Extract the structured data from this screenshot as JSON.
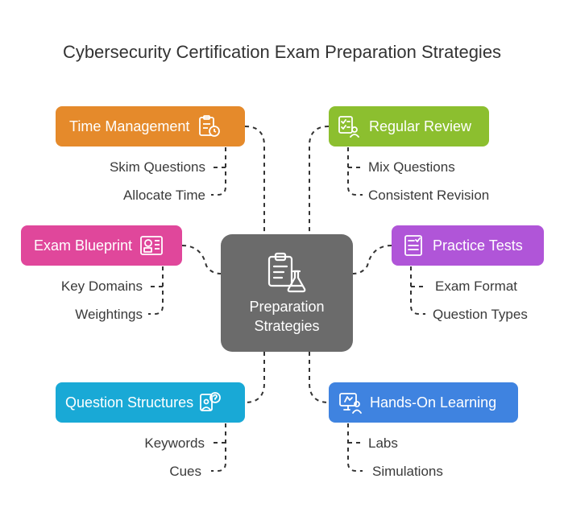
{
  "title": "Cybersecurity Certification Exam Preparation Strategies",
  "center": {
    "line1": "Preparation",
    "line2": "Strategies",
    "icon": "clipboard-flask-icon"
  },
  "branches": [
    {
      "label": "Time Management",
      "color": "#e58a2b",
      "icon": "clipboard-clock-icon",
      "items": [
        "Skim Questions",
        "Allocate Time"
      ]
    },
    {
      "label": "Regular Review",
      "color": "#8cbf2f",
      "icon": "checklist-person-icon",
      "items": [
        "Mix Questions",
        "Consistent Revision"
      ]
    },
    {
      "label": "Exam Blueprint",
      "color": "#e0479b",
      "icon": "blueprint-icon",
      "items": [
        "Key Domains",
        "Weightings"
      ]
    },
    {
      "label": "Practice Tests",
      "color": "#b055d8",
      "icon": "test-document-icon",
      "items": [
        "Exam Format",
        "Question Types"
      ]
    },
    {
      "label": "Question Structures",
      "color": "#19a9d6",
      "icon": "question-person-icon",
      "items": [
        "Keywords",
        "Cues"
      ]
    },
    {
      "label": "Hands-On Learning",
      "color": "#3f83e0",
      "icon": "computer-learning-icon",
      "items": [
        "Labs",
        "Simulations"
      ]
    }
  ]
}
